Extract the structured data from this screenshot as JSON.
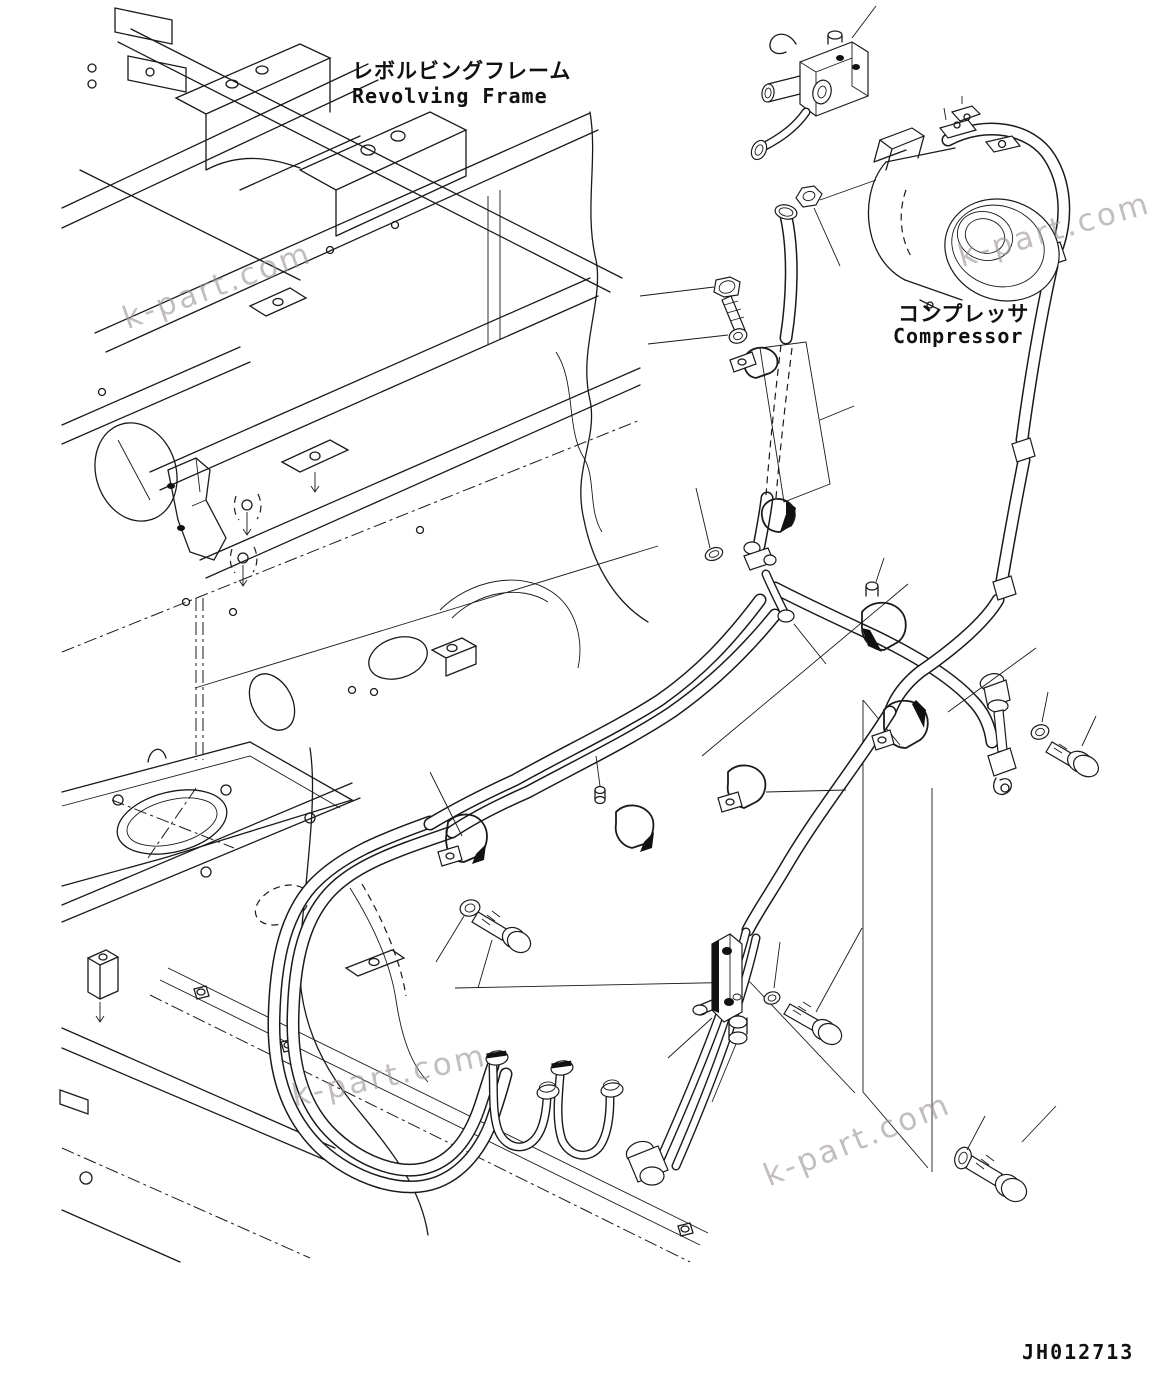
{
  "page": {
    "background": "#ffffff",
    "ink": "#1a1a1a"
  },
  "labels": {
    "revolving_frame_jp": "レボルビングフレーム",
    "revolving_frame_en": "Revolving Frame",
    "compressor_jp": "コンプレッサ",
    "compressor_en": "Compressor"
  },
  "drawing_number": "JH012713",
  "watermark": {
    "text": "k-part.com",
    "color": "#a79f9f"
  }
}
